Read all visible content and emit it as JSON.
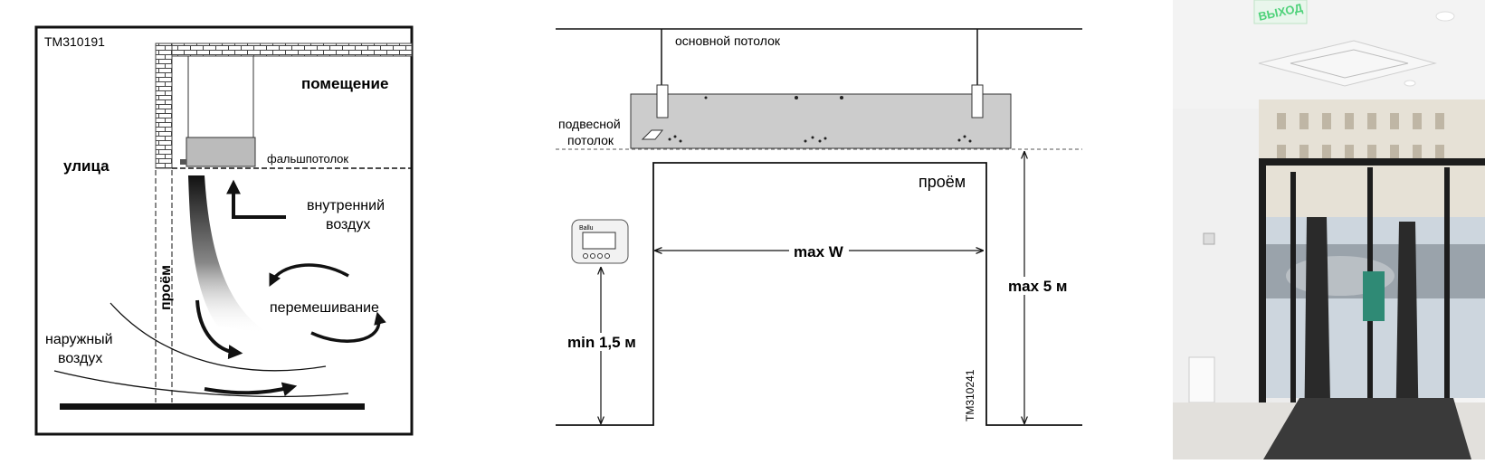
{
  "diagram1": {
    "code": "TM310191",
    "room": "помещение",
    "street": "улица",
    "false_ceiling": "фальшпотолок",
    "inner_air_1": "внутренний",
    "inner_air_2": "воздух",
    "opening": "проём",
    "mixing": "перемешивание",
    "outer_air_1": "наружный",
    "outer_air_2": "воздух"
  },
  "diagram2": {
    "main_ceiling": "основной потолок",
    "suspended_ceiling_1": "подвесной",
    "suspended_ceiling_2": "потолок",
    "opening": "проём",
    "max_width": "max W",
    "max_height": "max 5 м",
    "min_height": "min 1,5 м",
    "code": "TM310241",
    "controller_brand": "Ballu"
  },
  "photo": {
    "exit_sign": "ВЫХОД"
  },
  "colors": {
    "line": "#1a1a1a",
    "unit_fill": "#cccccc",
    "exit_green": "#4fd27a",
    "door_green": "#2f8a75"
  }
}
